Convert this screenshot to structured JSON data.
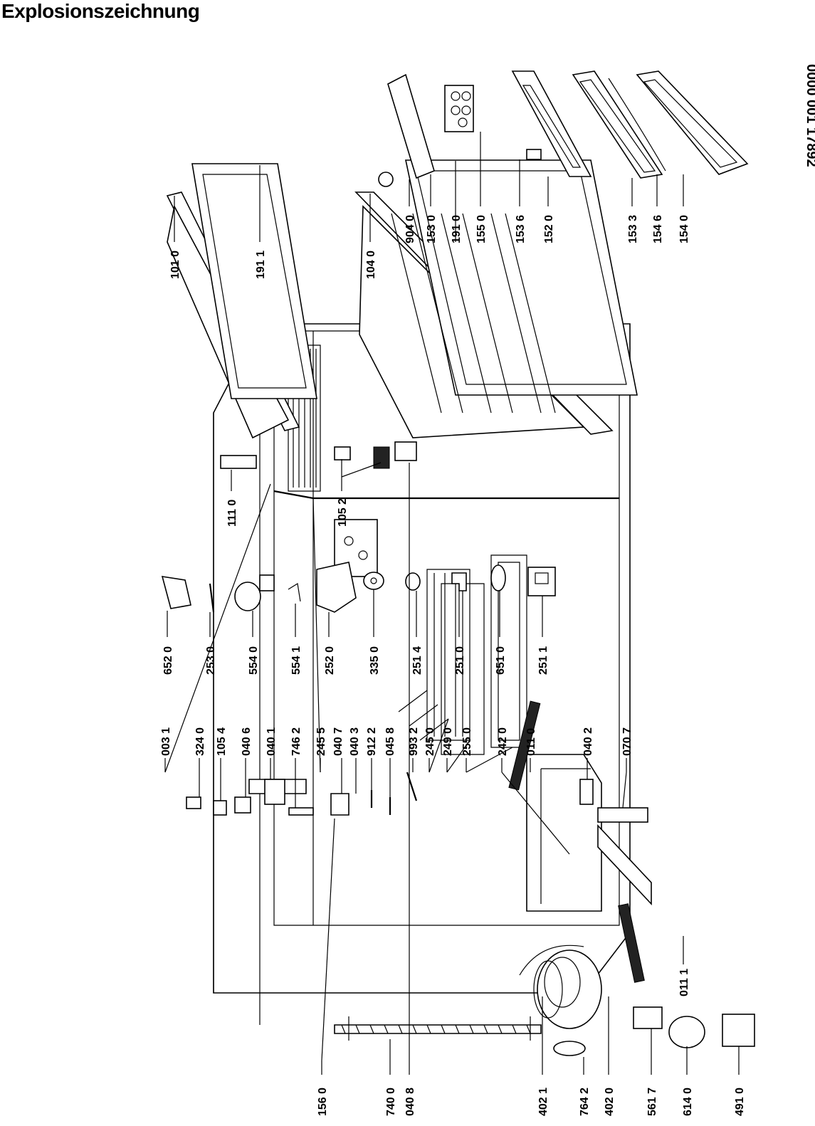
{
  "title": "Explosionszeichnung",
  "document_number": "0000 001 17892",
  "part_numbers": {
    "p_003_1": "003 1",
    "p_324_0": "324 0",
    "p_105_4": "105 4",
    "p_040_6": "040 6",
    "p_040_1": "040 1",
    "p_746_2": "746 2",
    "p_245_5": "245 5",
    "p_040_7": "040 7",
    "p_040_3": "040 3",
    "p_912_2": "912 2",
    "p_045_8": "045 8",
    "p_993_2": "993 2",
    "p_245_0": "245 0",
    "p_249_0": "249 0",
    "p_255_0": "255 0",
    "p_242_0": "242 0",
    "p_011_0": "011 0",
    "p_040_2": "040 2",
    "p_070_7": "070 7",
    "p_011_1": "011 1",
    "p_156_0": "156 0",
    "p_740_0": "740 0",
    "p_040_8": "040 8",
    "p_402_1": "402 1",
    "p_764_2": "764 2",
    "p_402_0": "402 0",
    "p_561_7": "561 7",
    "p_614_0": "614 0",
    "p_491_0": "491 0",
    "p_652_0": "652 0",
    "p_253_0": "253 0",
    "p_554_0": "554 0",
    "p_554_1": "554 1",
    "p_252_0": "252 0",
    "p_335_0": "335 0",
    "p_251_4": "251 4",
    "p_251_0": "251 0",
    "p_651_0": "651 0",
    "p_251_1": "251 1",
    "p_111_0": "111 0",
    "p_105_2": "105 2",
    "p_101_0": "101 0",
    "p_191_1": "191 1",
    "p_104_0": "104 0",
    "p_904_0": "904 0",
    "p_153_0": "153 0",
    "p_191_0": "191 0",
    "p_155_0": "155 0",
    "p_153_6": "153 6",
    "p_152_0": "152 0",
    "p_153_3": "153 3",
    "p_154_6": "154 6",
    "p_154_0": "154 0"
  }
}
